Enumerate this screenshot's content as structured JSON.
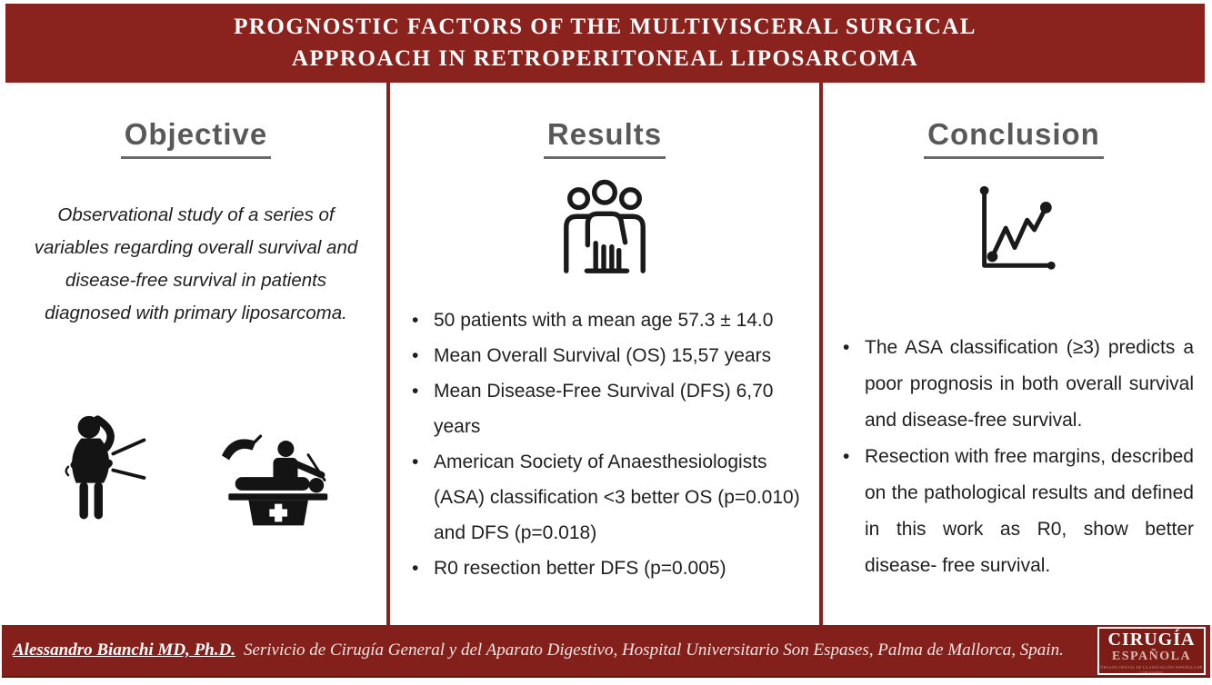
{
  "header": {
    "title_line1": "PROGNOSTIC FACTORS OF THE MULTIVISCERAL SURGICAL",
    "title_line2": "APPROACH IN RETROPERITONEAL LIPOSARCOMA"
  },
  "columns": {
    "objective": {
      "heading": "Objective",
      "paragraph": "Observational study of a series of variables regarding overall survival and disease-free survival in patients diagnosed with primary liposarcoma.",
      "icons": [
        "patient-abdominal-pain-icon",
        "surgery-operation-table-icon"
      ]
    },
    "results": {
      "heading": "Results",
      "icon": "patient-group-icon",
      "bullets": [
        "50 patients with a mean age 57.3 ± 14.0",
        "Mean Overall Survival (OS) 15,57 years",
        "Mean Disease-Free Survival (DFS) 6,70 years",
        "American Society of Anaesthesiologists (ASA) classification <3  better OS (p=0.010) and DFS (p=0.018)",
        "R0 resection better DFS (p=0.005)"
      ]
    },
    "conclusion": {
      "heading": "Conclusion",
      "icon": "trend-chart-icon",
      "bullets": [
        "The ASA classification (≥3) predicts a poor prognosis in both overall survival and disease-free survival.",
        "Resection with free margins, described on the pathological results and defined in this work as R0, show better disease- free survival."
      ]
    }
  },
  "footer": {
    "author": "Alessandro Bianchi MD, Ph.D.",
    "affiliation": "Serivicio de Cirugía General y del Aparato Digestivo, Hospital Universitario Son Espases, Palma de Mallorca, Spain.",
    "logo": {
      "line1": "CIRUGÍA",
      "line2": "ESPAÑOLA",
      "tagline": "ÓRGANO OFICIAL DE LA ASOCIACIÓN ESPAÑOLA DE CIRUJANOS"
    }
  },
  "ui": {
    "bullet_char": "•"
  },
  "colors": {
    "accent_red": "#8a231d",
    "footer_red": "#84201b",
    "heading_gray": "#595959",
    "body_text": "#1f1f1f",
    "icon_black": "#141414"
  }
}
